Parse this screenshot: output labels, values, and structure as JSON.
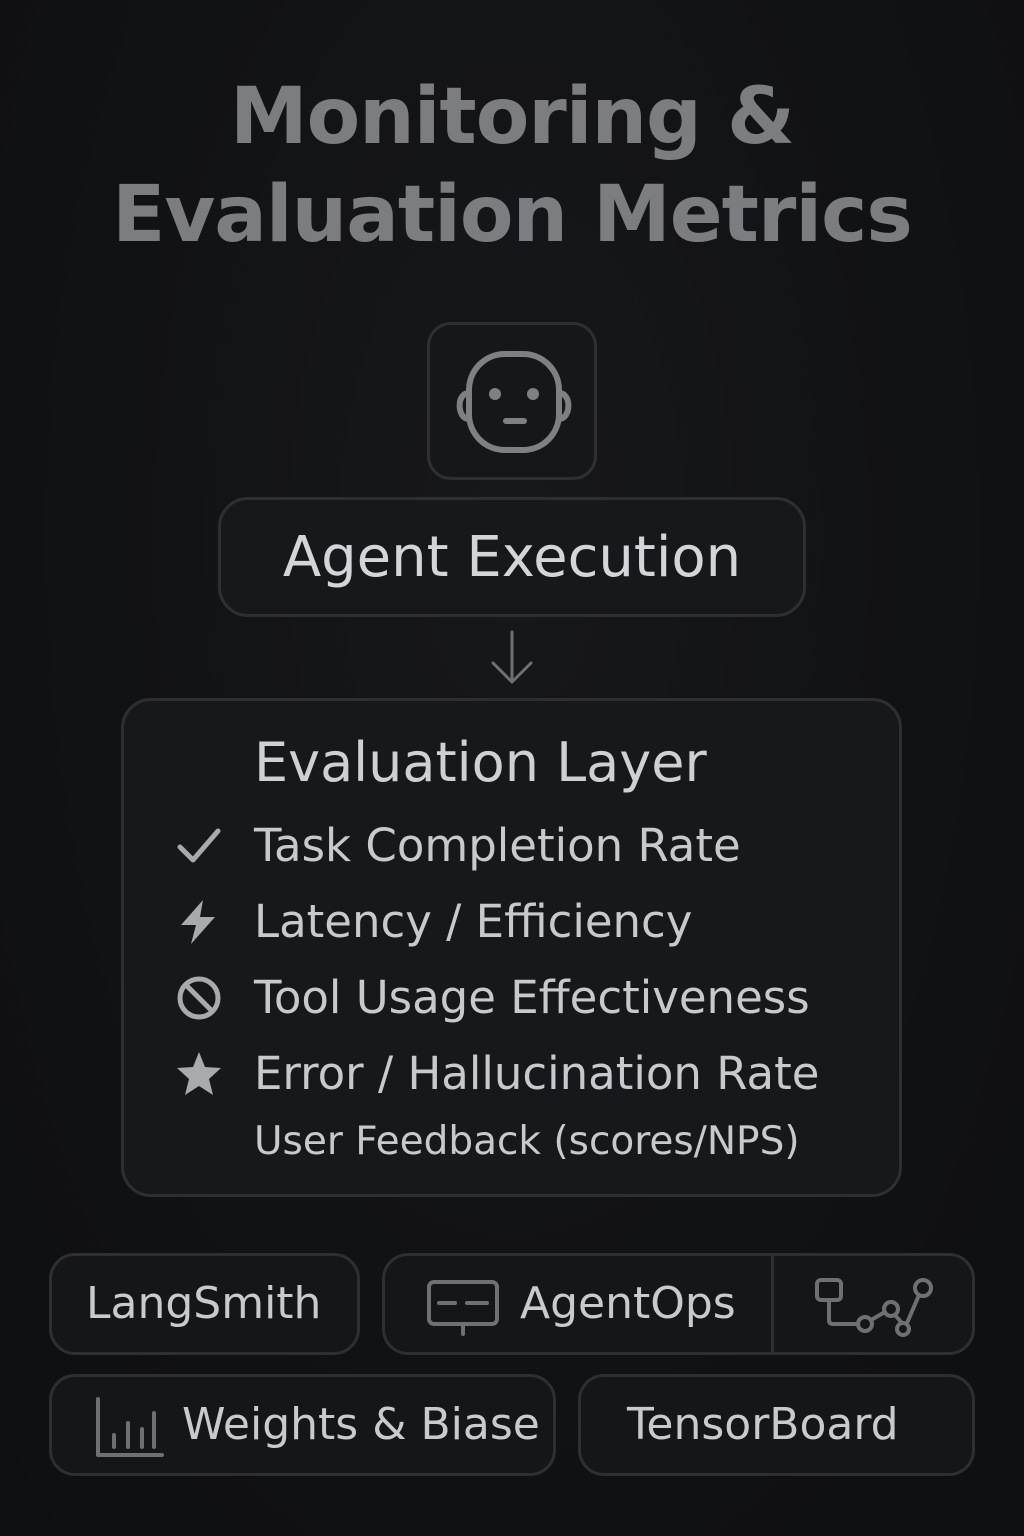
{
  "title": {
    "line1": "Monitoring &",
    "line2": "Evaluation Metrics"
  },
  "robot": {
    "icon": "robot-face-icon"
  },
  "agent_node": {
    "label": "Agent Execution"
  },
  "arrow": {
    "icon": "arrow-down-icon"
  },
  "evaluation": {
    "title": "Evaluation Layer",
    "metrics": [
      {
        "label": "Task Completion Rate",
        "icon": "checkmark-icon"
      },
      {
        "label": "Latency / Efficiency",
        "icon": "lightning-icon"
      },
      {
        "label": "Tool Usage Effectiveness",
        "icon": "prohibited-icon"
      },
      {
        "label": "Error / Hallucination Rate",
        "icon": "star-icon"
      },
      {
        "label": "User Feedback (scores/NPS)",
        "icon": ""
      }
    ]
  },
  "tools": [
    {
      "label": "LangSmith"
    },
    {
      "label": "AgentOps",
      "icon": "monitor-icon",
      "extra_icon": "flow-graph-icon"
    },
    {
      "label": "Weights & Biase",
      "icon": "bar-chart-icon"
    },
    {
      "label": "TensorBoard"
    }
  ],
  "colors": {
    "background": "#101114",
    "title": "#7c7d80",
    "border": "#2e2f33",
    "text": "#c9cacd"
  }
}
